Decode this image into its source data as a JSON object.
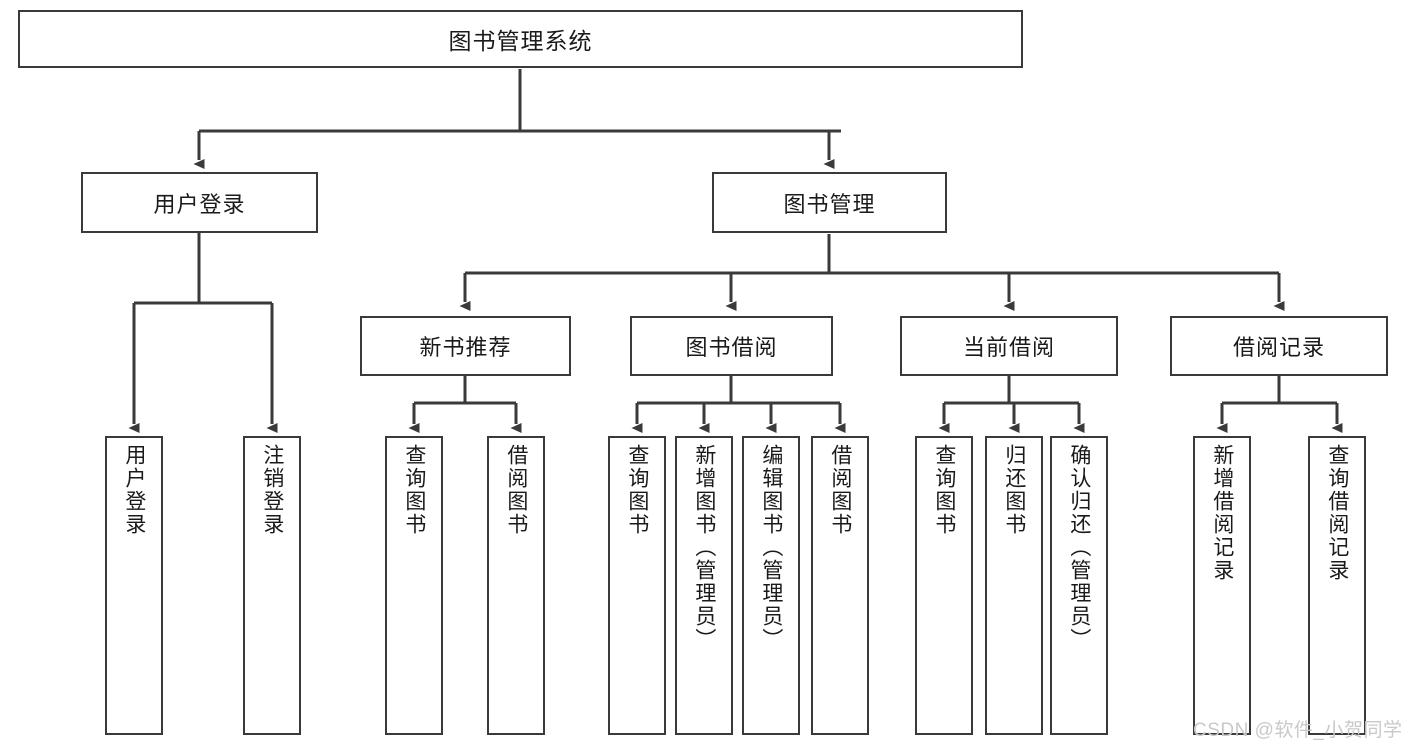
{
  "diagram": {
    "type": "tree-hierarchy",
    "title": "图书管理系统",
    "watermark": "CSDN @软件_小贺同学",
    "colors": {
      "box_border": "#3a3a3a",
      "box_fill": "#ffffff",
      "line": "#3a3a3a",
      "text": "#1a1a1a",
      "watermark": "#c9c9c9"
    },
    "nodes": {
      "root": {
        "label": "图书管理系统",
        "level": 1,
        "orientation": "horizontal"
      },
      "user_login": {
        "label": "用户登录",
        "level": 2,
        "orientation": "horizontal"
      },
      "book_manage": {
        "label": "图书管理",
        "level": 2,
        "orientation": "horizontal"
      },
      "new_book_rec": {
        "label": "新书推荐",
        "level": 3,
        "orientation": "horizontal"
      },
      "book_borrow": {
        "label": "图书借阅",
        "level": 3,
        "orientation": "horizontal"
      },
      "current_borrow": {
        "label": "当前借阅",
        "level": 3,
        "orientation": "horizontal"
      },
      "borrow_record": {
        "label": "借阅记录",
        "level": 3,
        "orientation": "horizontal"
      },
      "leaf_user_login": {
        "label": "用户登录",
        "level": 3,
        "orientation": "vertical"
      },
      "leaf_logout": {
        "label": "注销登录",
        "level": 3,
        "orientation": "vertical"
      },
      "leaf_query_book_1": {
        "label": "查询图书",
        "level": 4,
        "orientation": "vertical"
      },
      "leaf_borrow_book_1": {
        "label": "借阅图书",
        "level": 4,
        "orientation": "vertical"
      },
      "leaf_query_book_2": {
        "label": "查询图书",
        "level": 4,
        "orientation": "vertical"
      },
      "leaf_add_book": {
        "label": "新增图书（管理员）",
        "level": 4,
        "orientation": "vertical"
      },
      "leaf_edit_book": {
        "label": "编辑图书（管理员）",
        "level": 4,
        "orientation": "vertical"
      },
      "leaf_borrow_book_2": {
        "label": "借阅图书",
        "level": 4,
        "orientation": "vertical"
      },
      "leaf_query_book_3": {
        "label": "查询图书",
        "level": 4,
        "orientation": "vertical"
      },
      "leaf_return_book": {
        "label": "归还图书",
        "level": 4,
        "orientation": "vertical"
      },
      "leaf_confirm_return": {
        "label": "确认归还（管理员）",
        "level": 4,
        "orientation": "vertical"
      },
      "leaf_add_record": {
        "label": "新增借阅记录",
        "level": 4,
        "orientation": "vertical"
      },
      "leaf_query_record": {
        "label": "查询借阅记录",
        "level": 4,
        "orientation": "vertical"
      }
    },
    "edges": [
      {
        "from": "root",
        "to": "user_login"
      },
      {
        "from": "root",
        "to": "book_manage"
      },
      {
        "from": "user_login",
        "to": "leaf_user_login"
      },
      {
        "from": "user_login",
        "to": "leaf_logout"
      },
      {
        "from": "book_manage",
        "to": "new_book_rec"
      },
      {
        "from": "book_manage",
        "to": "book_borrow"
      },
      {
        "from": "book_manage",
        "to": "current_borrow"
      },
      {
        "from": "book_manage",
        "to": "borrow_record"
      },
      {
        "from": "new_book_rec",
        "to": "leaf_query_book_1"
      },
      {
        "from": "new_book_rec",
        "to": "leaf_borrow_book_1"
      },
      {
        "from": "book_borrow",
        "to": "leaf_query_book_2"
      },
      {
        "from": "book_borrow",
        "to": "leaf_add_book"
      },
      {
        "from": "book_borrow",
        "to": "leaf_edit_book"
      },
      {
        "from": "book_borrow",
        "to": "leaf_borrow_book_2"
      },
      {
        "from": "current_borrow",
        "to": "leaf_query_book_3"
      },
      {
        "from": "current_borrow",
        "to": "leaf_return_book"
      },
      {
        "from": "current_borrow",
        "to": "leaf_confirm_return"
      },
      {
        "from": "borrow_record",
        "to": "leaf_add_record"
      },
      {
        "from": "borrow_record",
        "to": "leaf_query_record"
      }
    ]
  }
}
